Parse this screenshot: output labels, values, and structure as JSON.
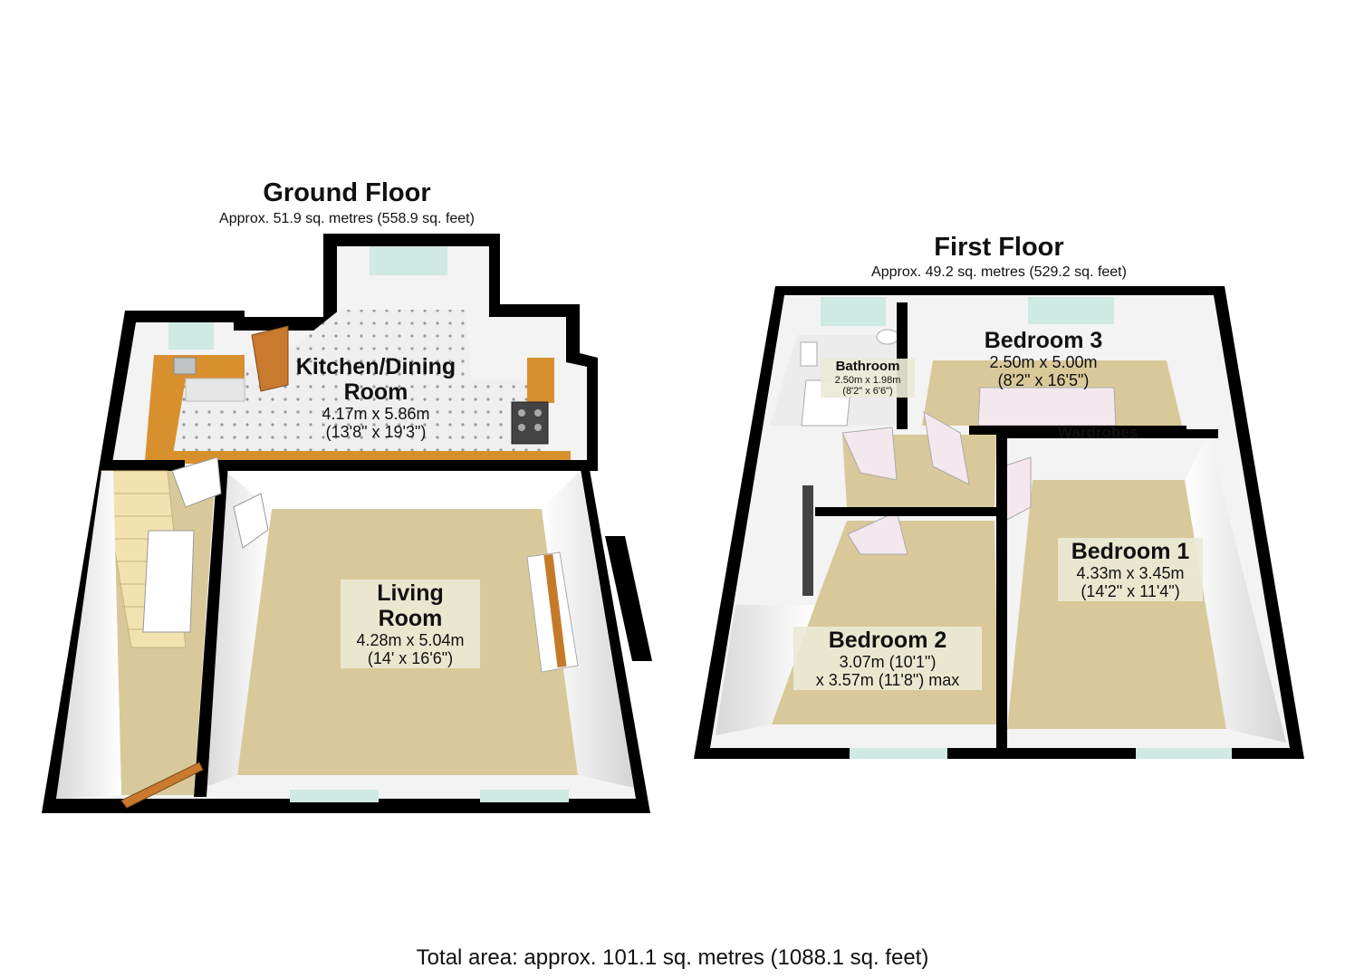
{
  "ground_floor": {
    "title": "Ground Floor",
    "area": "Approx. 51.9 sq. metres (558.9 sq. feet)",
    "rooms": {
      "kitchen": {
        "name_line1": "Kitchen/Dining",
        "name_line2": "Room",
        "dim1": "4.17m x 5.86m",
        "dim2": "(13'8\" x 19'3\")"
      },
      "living": {
        "name_line1": "Living",
        "name_line2": "Room",
        "dim1": "4.28m x 5.04m",
        "dim2": "(14' x 16'6\")"
      }
    }
  },
  "first_floor": {
    "title": "First Floor",
    "area": "Approx. 49.2 sq. metres (529.2 sq. feet)",
    "rooms": {
      "bathroom": {
        "name": "Bathroom",
        "dim1": "2.50m x 1.98m",
        "dim2": "(8'2\" x 6'6\")"
      },
      "bedroom3": {
        "name": "Bedroom 3",
        "dim1": "2.50m x 5.00m",
        "dim2": "(8'2\" x 16'5\")"
      },
      "wardrobes": "Wardrobes",
      "bedroom1": {
        "name": "Bedroom 1",
        "dim1": "4.33m x 3.45m",
        "dim2": "(14'2\" x 11'4\")"
      },
      "bedroom2": {
        "name": "Bedroom 2",
        "dim1": "3.07m (10'1\")",
        "dim2": "x 3.57m (11'8\") max"
      }
    }
  },
  "total_area": "Total area: approx. 101.1 sq. metres (1088.1 sq. feet)",
  "colors": {
    "wall": "#000000",
    "wall_face": "#f2f2f2",
    "carpet": "#d9c99a",
    "tile": "#ececec",
    "worktop": "#d8902f",
    "window": "#cfe9e3",
    "label_bg": "#ece9d6"
  }
}
